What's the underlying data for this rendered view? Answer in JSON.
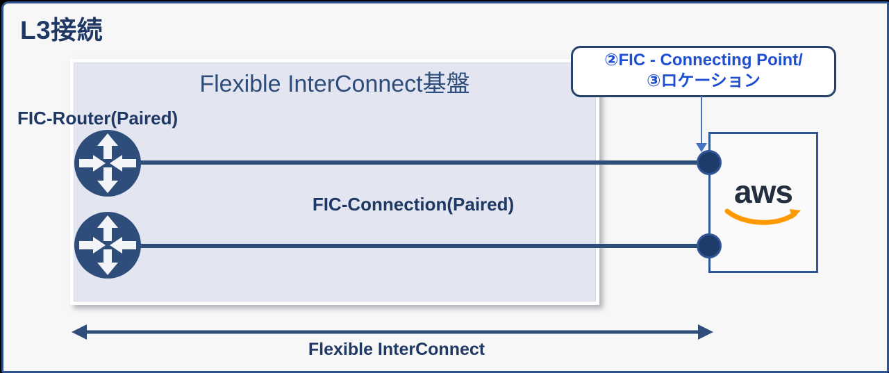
{
  "title": "L3接続",
  "panel": {
    "title": "Flexible InterConnect基盤"
  },
  "router_group": {
    "label": "FIC-Router(Paired)"
  },
  "connection": {
    "label": "FIC-Connection(Paired)"
  },
  "callout": {
    "line1": "②FIC - Connecting Point/",
    "line2": "③ロケーション"
  },
  "aws": {
    "logo_text": "aws"
  },
  "footer": {
    "label": "Flexible InterConnect"
  },
  "colors": {
    "navy_text": "#1F3864",
    "navy_shape": "#2E4D7B",
    "slide_border": "#2D5290",
    "panel_fill": "#E3E6F0",
    "callout_text": "#1F4FD1",
    "callout_arrow": "#4472C4",
    "aws_text": "#232F3E",
    "aws_orange": "#FF9900",
    "dot_fill": "#1E3C69",
    "dot_ring": "#2F5597"
  }
}
